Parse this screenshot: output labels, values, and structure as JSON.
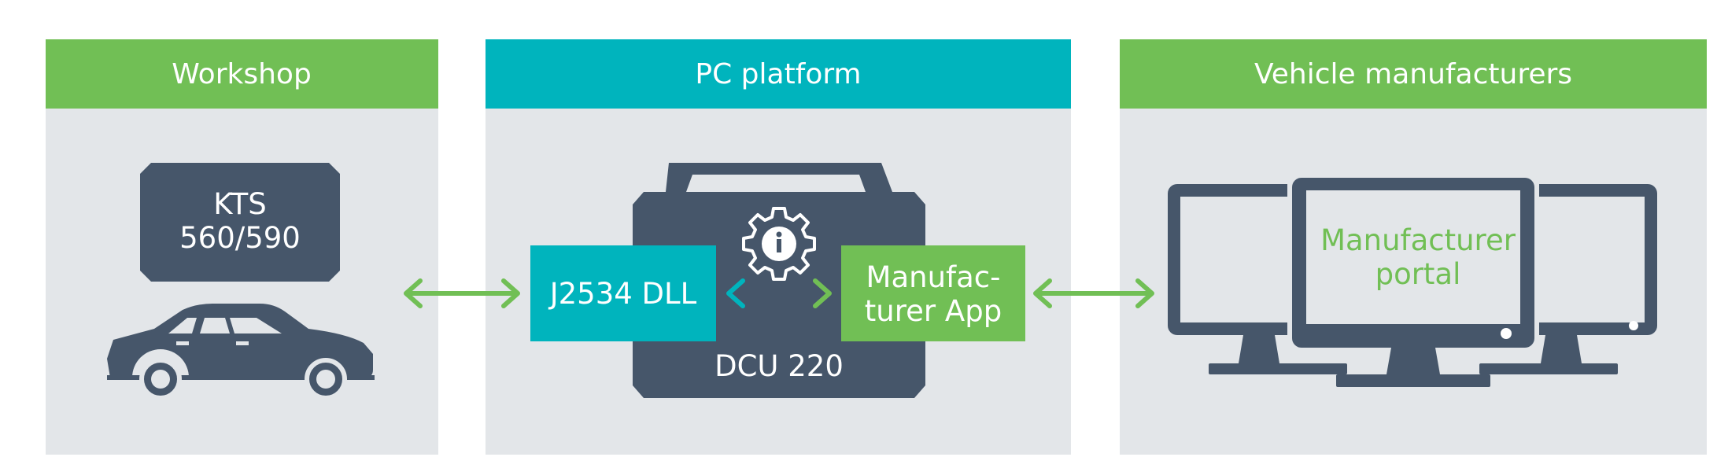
{
  "colors": {
    "green": "#71bf55",
    "teal": "#00b4bd",
    "panel_bg": "#e3e6e9",
    "dark": "#46566a",
    "white": "#ffffff"
  },
  "panels": {
    "workshop": {
      "header": "Workshop"
    },
    "pc_platform": {
      "header": "PC platform"
    },
    "vehicle_manufacturers": {
      "header": "Vehicle manufacturers"
    }
  },
  "workshop": {
    "device_label": [
      "KTS",
      "560/590"
    ],
    "car_icon": "car-icon"
  },
  "pc_platform": {
    "dll_label": "J2534 DLL",
    "app_label": [
      "Manufac-",
      "turer App"
    ],
    "device_label": "DCU 220",
    "info_icon": "gear-info-icon"
  },
  "manufacturers": {
    "portal_label": [
      "Manufacturer",
      "portal"
    ],
    "monitors_icon": "monitors-icon"
  }
}
